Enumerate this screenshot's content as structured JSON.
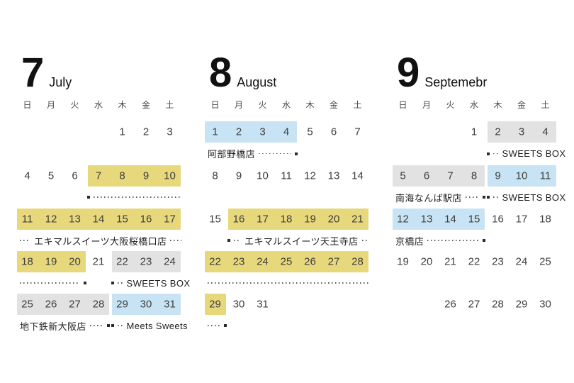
{
  "colors": {
    "y": "#e8d87c",
    "g": "#e2e2e2",
    "b": "#c8e4f4",
    "leader": "#5a5a5a",
    "dot": "#2b2b2b"
  },
  "weekdays": [
    "日",
    "月",
    "火",
    "水",
    "木",
    "金",
    "土"
  ],
  "months": [
    {
      "number": "7",
      "name": "July",
      "weeks": [
        [
          [
            0,
            ""
          ],
          [
            0,
            ""
          ],
          [
            0,
            ""
          ],
          [
            0,
            ""
          ],
          [
            1,
            ""
          ],
          [
            2,
            ""
          ],
          [
            3,
            ""
          ]
        ],
        [
          [
            4,
            ""
          ],
          [
            5,
            ""
          ],
          [
            6,
            ""
          ],
          [
            7,
            "y"
          ],
          [
            8,
            "y"
          ],
          [
            9,
            "y"
          ],
          [
            10,
            "y"
          ]
        ],
        [
          [
            11,
            "y"
          ],
          [
            12,
            "y"
          ],
          [
            13,
            "y"
          ],
          [
            14,
            "y"
          ],
          [
            15,
            "y"
          ],
          [
            16,
            "y"
          ],
          [
            17,
            "y"
          ]
        ],
        [
          [
            18,
            "y"
          ],
          [
            19,
            "y"
          ],
          [
            20,
            "y"
          ],
          [
            21,
            ""
          ],
          [
            22,
            "g"
          ],
          [
            23,
            "g"
          ],
          [
            24,
            "g"
          ]
        ],
        [
          [
            25,
            "g"
          ],
          [
            26,
            "g"
          ],
          [
            27,
            "g"
          ],
          [
            28,
            "g"
          ],
          [
            29,
            "b"
          ],
          [
            30,
            "b"
          ],
          [
            31,
            "b"
          ]
        ]
      ],
      "annotations": [
        {
          "after_row": 2,
          "segments": [
            {
              "style": "leader-start-dot",
              "col_a": 3,
              "col_b": 7
            }
          ]
        },
        {
          "after_row": 3,
          "segments": [
            {
              "style": "wrap-label",
              "col_a": -1,
              "col_b": 7,
              "text": "エキマルスイーツ大阪桜橋口店"
            }
          ]
        },
        {
          "after_row": 4,
          "segments": [
            {
              "style": "leader-end-dot",
              "col_a": -1,
              "col_b": 2
            },
            {
              "style": "dot-leader-label",
              "col_a": 4,
              "col_b": 7,
              "text": "SWEETS BOX"
            }
          ]
        },
        {
          "after_row": 5,
          "segments": [
            {
              "style": "label-leader-dot",
              "col_a": -1,
              "col_b": 3,
              "text": "地下鉄新大阪店"
            },
            {
              "style": "dot-leader-label",
              "col_a": 4,
              "col_b": 7,
              "text": "Meets Sweets"
            }
          ]
        }
      ]
    },
    {
      "number": "8",
      "name": "August",
      "weeks": [
        [
          [
            1,
            "b"
          ],
          [
            2,
            "b"
          ],
          [
            3,
            "b"
          ],
          [
            4,
            "b"
          ],
          [
            5,
            ""
          ],
          [
            6,
            ""
          ],
          [
            7,
            ""
          ]
        ],
        [
          [
            8,
            ""
          ],
          [
            9,
            ""
          ],
          [
            10,
            ""
          ],
          [
            11,
            ""
          ],
          [
            12,
            ""
          ],
          [
            13,
            ""
          ],
          [
            14,
            ""
          ]
        ],
        [
          [
            15,
            ""
          ],
          [
            16,
            "y"
          ],
          [
            17,
            "y"
          ],
          [
            18,
            "y"
          ],
          [
            19,
            "y"
          ],
          [
            20,
            "y"
          ],
          [
            21,
            "y"
          ]
        ],
        [
          [
            22,
            "y"
          ],
          [
            23,
            "y"
          ],
          [
            24,
            "y"
          ],
          [
            25,
            "y"
          ],
          [
            26,
            "y"
          ],
          [
            27,
            "y"
          ],
          [
            28,
            "y"
          ]
        ],
        [
          [
            29,
            "y"
          ],
          [
            30,
            ""
          ],
          [
            31,
            ""
          ],
          [
            0,
            ""
          ],
          [
            0,
            ""
          ],
          [
            0,
            ""
          ],
          [
            0,
            ""
          ]
        ]
      ],
      "annotations": [
        {
          "after_row": 1,
          "segments": [
            {
              "style": "label-leader-dot",
              "col_a": -1,
              "col_b": 3,
              "text": "阿部野橋店"
            }
          ]
        },
        {
          "after_row": 3,
          "segments": [
            {
              "style": "wrap-label-start-dot",
              "col_a": 1,
              "col_b": 7,
              "text": "エキマルスイーツ天王寺店"
            }
          ]
        },
        {
          "after_row": 4,
          "segments": [
            {
              "style": "leader",
              "col_a": -1,
              "col_b": 7
            }
          ]
        },
        {
          "after_row": 5,
          "segments": [
            {
              "style": "leader-end-dot",
              "col_a": -1,
              "col_b": 0
            }
          ]
        }
      ]
    },
    {
      "number": "9",
      "name": "Septemebr",
      "weeks": [
        [
          [
            0,
            ""
          ],
          [
            0,
            ""
          ],
          [
            0,
            ""
          ],
          [
            1,
            ""
          ],
          [
            2,
            "g"
          ],
          [
            3,
            "g"
          ],
          [
            4,
            "g"
          ]
        ],
        [
          [
            5,
            "g"
          ],
          [
            6,
            "g"
          ],
          [
            7,
            "g"
          ],
          [
            8,
            "g"
          ],
          [
            9,
            "b"
          ],
          [
            10,
            "b"
          ],
          [
            11,
            "b"
          ]
        ],
        [
          [
            12,
            "b"
          ],
          [
            13,
            "b"
          ],
          [
            14,
            "b"
          ],
          [
            15,
            "b"
          ],
          [
            16,
            ""
          ],
          [
            17,
            ""
          ],
          [
            18,
            ""
          ]
        ],
        [
          [
            19,
            ""
          ],
          [
            20,
            ""
          ],
          [
            21,
            ""
          ],
          [
            22,
            ""
          ],
          [
            23,
            ""
          ],
          [
            24,
            ""
          ],
          [
            25,
            ""
          ]
        ],
        [
          [
            0,
            ""
          ],
          [
            0,
            ""
          ],
          [
            26,
            ""
          ],
          [
            27,
            ""
          ],
          [
            28,
            ""
          ],
          [
            29,
            ""
          ],
          [
            30,
            ""
          ]
        ]
      ],
      "annotations": [
        {
          "after_row": 1,
          "segments": [
            {
              "style": "dot-leader-label",
              "col_a": 4,
              "col_b": 7,
              "text": "SWEETS BOX"
            }
          ]
        },
        {
          "after_row": 2,
          "segments": [
            {
              "style": "label-leader-dot",
              "col_a": -1,
              "col_b": 3,
              "text": "南海なんば駅店"
            },
            {
              "style": "dot-leader-label",
              "col_a": 4,
              "col_b": 7,
              "text": "SWEETS BOX"
            }
          ]
        },
        {
          "after_row": 3,
          "segments": [
            {
              "style": "label-leader-dot",
              "col_a": -1,
              "col_b": 3,
              "text": "京橋店"
            }
          ]
        }
      ]
    }
  ]
}
